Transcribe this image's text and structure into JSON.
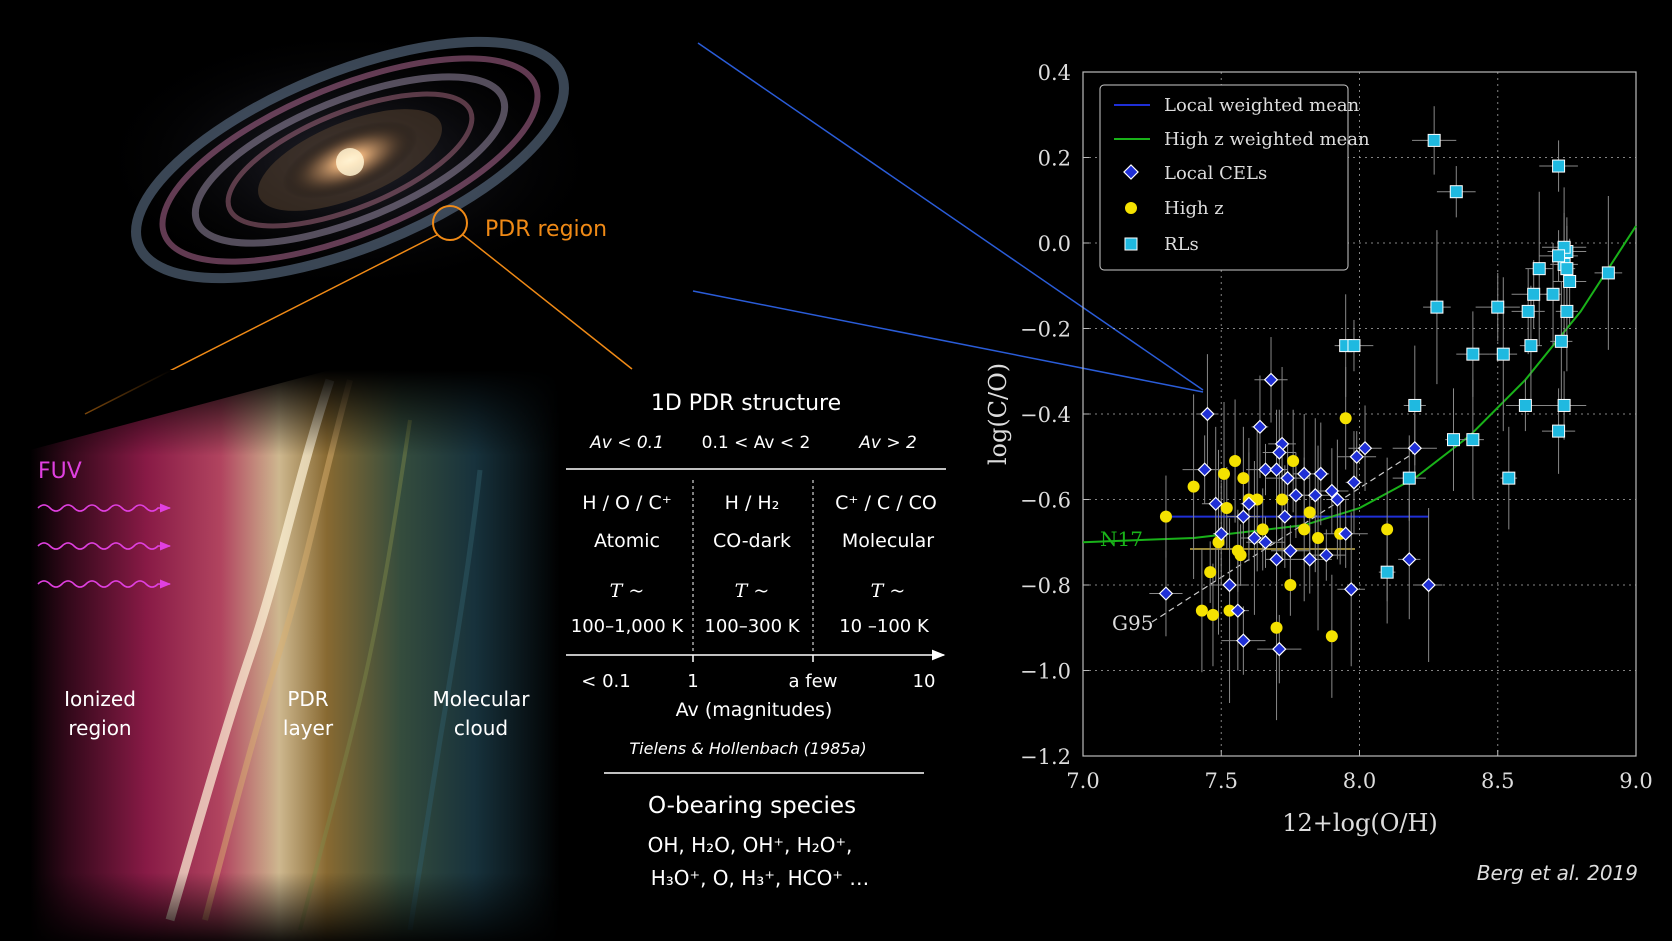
{
  "galaxy": {
    "pdr_label": "PDR region"
  },
  "cloud": {
    "fuv_label": "FUV",
    "region1": [
      "Ionized",
      "region"
    ],
    "region2": [
      "PDR",
      "layer"
    ],
    "region3": [
      "Molecular",
      "cloud"
    ]
  },
  "pdr_structure": {
    "title": "1D PDR structure",
    "zones": [
      {
        "av": "Av < 0.1",
        "species": "H / O / C⁺",
        "phase": "Atomic",
        "temp": "100–1,000 K"
      },
      {
        "av": "0.1 < Av < 2",
        "species": "H / H₂",
        "phase": "CO-dark",
        "temp": "100–300 K"
      },
      {
        "av": "Av > 2",
        "species": "C⁺ / C / CO",
        "phase": "Molecular",
        "temp": "10 –100 K"
      }
    ],
    "temp_prefix": "T ~",
    "ticks": [
      "< 0.1",
      "1",
      "a few",
      "10"
    ],
    "axis_label": "Av (magnitudes)",
    "citation": "Tielens & Hollenbach (1985a)",
    "species_title": "O-bearing species",
    "species_line1": "OH, H₂O, OH⁺, H₂O⁺,",
    "species_line2": "H₃O⁺, O, H₃⁺, HCO⁺ …"
  },
  "colors": {
    "local_mean": "#1f2fd6",
    "highz_mean": "#19b219",
    "local_cel": "#1f2fd6",
    "highz": "#f5e200",
    "rl": "#1fb9e0",
    "pdr_orange": "#f08a16",
    "fuv_magenta": "#e040e0"
  },
  "chart_data": {
    "type": "scatter",
    "xlabel": "12+log(O/H)",
    "ylabel": "log(C/O)",
    "xlim": [
      7.0,
      9.0
    ],
    "ylim": [
      -1.2,
      0.4
    ],
    "x_ticks": [
      "7.0",
      "7.5",
      "8.0",
      "8.5",
      "9.0"
    ],
    "y_ticks": [
      "0.4",
      "0.2",
      "0.0",
      "−0.2",
      "−0.4",
      "−0.6",
      "−0.8",
      "−1.0",
      "−1.2"
    ],
    "grid": true,
    "legend_position": "top-left",
    "citation": "Berg et al. 2019",
    "n17_label": "N17",
    "g95_label": "G95",
    "series": [
      {
        "name": "Local weighted mean",
        "kind": "line",
        "x": [
          7.3,
          8.25
        ],
        "y": [
          -0.64,
          -0.64
        ]
      },
      {
        "name": "High z weighted mean",
        "kind": "line",
        "x": [
          7.0,
          7.4,
          7.8,
          8.0,
          8.2,
          8.4,
          8.6,
          8.8,
          9.0
        ],
        "y": [
          -0.7,
          -0.69,
          -0.66,
          -0.62,
          -0.55,
          -0.45,
          -0.32,
          -0.16,
          0.04
        ]
      },
      {
        "name": "Local CELs",
        "kind": "scatter",
        "x": [
          7.3,
          7.45,
          7.44,
          7.48,
          7.5,
          7.53,
          7.58,
          7.56,
          7.58,
          7.62,
          7.64,
          7.66,
          7.68,
          7.7,
          7.71,
          7.72,
          7.73,
          7.75,
          7.77,
          7.8,
          7.82,
          7.84,
          7.86,
          7.88,
          7.9,
          7.92,
          7.95,
          7.97,
          7.98,
          7.99,
          8.02,
          8.18,
          8.2,
          8.25,
          7.6,
          7.66,
          7.71,
          7.7,
          7.74
        ],
        "y": [
          -0.82,
          -0.4,
          -0.53,
          -0.61,
          -0.68,
          -0.8,
          -0.64,
          -0.86,
          -0.93,
          -0.69,
          -0.43,
          -0.7,
          -0.32,
          -0.74,
          -0.95,
          -0.47,
          -0.64,
          -0.72,
          -0.59,
          -0.54,
          -0.74,
          -0.59,
          -0.54,
          -0.73,
          -0.58,
          -0.6,
          -0.68,
          -0.81,
          -0.56,
          -0.5,
          -0.48,
          -0.74,
          -0.48,
          -0.8,
          -0.61,
          -0.53,
          -0.49,
          -0.53,
          -0.55
        ]
      },
      {
        "name": "High z",
        "kind": "scatter",
        "x": [
          7.3,
          7.4,
          7.43,
          7.46,
          7.47,
          7.51,
          7.52,
          7.53,
          7.55,
          7.57,
          7.58,
          7.63,
          7.65,
          7.7,
          7.72,
          7.75,
          7.76,
          7.8,
          7.82,
          7.85,
          7.9,
          7.93,
          7.95,
          8.1,
          7.56,
          7.49,
          7.6
        ],
        "y": [
          -0.64,
          -0.57,
          -0.86,
          -0.77,
          -0.87,
          -0.54,
          -0.62,
          -0.86,
          -0.51,
          -0.73,
          -0.55,
          -0.6,
          -0.67,
          -0.9,
          -0.6,
          -0.8,
          -0.51,
          -0.67,
          -0.63,
          -0.69,
          -0.92,
          -0.68,
          -0.41,
          -0.67,
          -0.72,
          -0.7,
          -0.6
        ]
      },
      {
        "name": "RLs",
        "kind": "scatter",
        "x": [
          7.95,
          7.98,
          8.18,
          8.2,
          8.27,
          8.28,
          8.34,
          8.35,
          8.41,
          8.41,
          8.5,
          8.52,
          8.54,
          8.6,
          8.61,
          8.62,
          8.63,
          8.65,
          8.7,
          8.72,
          8.72,
          8.73,
          8.74,
          8.74,
          8.75,
          8.75,
          8.76,
          8.75,
          8.74,
          8.9,
          8.1,
          8.72
        ],
        "y": [
          -0.24,
          -0.24,
          -0.55,
          -0.38,
          0.24,
          -0.15,
          -0.46,
          0.12,
          -0.26,
          -0.46,
          -0.15,
          -0.26,
          -0.55,
          -0.38,
          -0.16,
          -0.24,
          -0.12,
          -0.06,
          -0.12,
          0.18,
          -0.44,
          -0.23,
          -0.38,
          -0.05,
          -0.06,
          -0.02,
          -0.09,
          -0.16,
          -0.01,
          -0.07,
          -0.77,
          -0.03
        ]
      }
    ]
  }
}
